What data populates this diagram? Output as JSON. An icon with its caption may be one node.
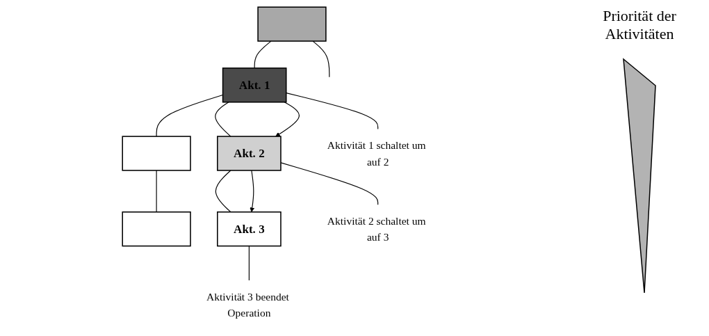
{
  "diagram": {
    "nodes": [
      {
        "text": [],
        "shape": "box"
      },
      {
        "text": [
          "Akt. 1"
        ]
      },
      {
        "text": [],
        "shape": "box"
      },
      {
        "text": [
          "Akt. 2"
        ]
      },
      {
        "text": [],
        "shape": "box"
      },
      {
        "text": [
          "Akt. 3"
        ]
      },
      {
        "text": [
          "Aktivität 1 schaltet um auf 2"
        ]
      },
      {
        "text": [
          "Aktivität 2 schaltet um auf 3"
        ]
      },
      {
        "text": [
          "Aktivität 3 beendet Operation"
        ]
      }
    ],
    "edges": [
      {
        "from": 0,
        "to": 1,
        "arrow": "none"
      },
      {
        "from": 0,
        "to": null,
        "arrow": "none"
      },
      {
        "from": 1,
        "to": 2,
        "arrow": "none"
      },
      {
        "from": 1,
        "to": 3,
        "arrow": "none"
      },
      {
        "from": 1,
        "to": 3,
        "arrow": "to"
      },
      {
        "from": 2,
        "to": 4,
        "arrow": "none"
      },
      {
        "from": 3,
        "to": 5,
        "arrow": "none"
      },
      {
        "from": 3,
        "to": 5,
        "arrow": "to"
      },
      {
        "from": 1,
        "to": 6,
        "arrow": "none"
      },
      {
        "from": 3,
        "to": 7,
        "arrow": "none"
      },
      {
        "from": 5,
        "to": 8,
        "arrow": "none"
      }
    ],
    "labels": [
      "Priorität der Aktivitäten"
    ]
  }
}
